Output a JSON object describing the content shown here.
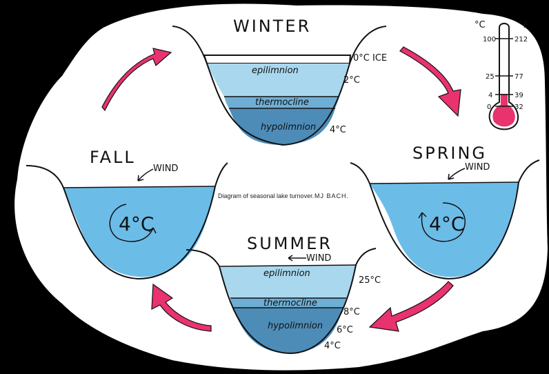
{
  "caption": "Diagram of seasonal lake turnover.",
  "credit": "MJ BACH.",
  "seasons": {
    "winter": {
      "title": "WINTER",
      "layers": [
        "epilimnion",
        "thermocline",
        "hypolimnion"
      ],
      "temps": [
        "0°C ICE",
        "2°C",
        "4°C"
      ]
    },
    "spring": {
      "title": "SPRING",
      "wind": "WIND",
      "temp": "4°C"
    },
    "summer": {
      "title": "SUMMER",
      "wind": "WIND",
      "layers": [
        "epilimnion",
        "thermocline",
        "hypolimnion"
      ],
      "temps": [
        "25°C",
        "8°C",
        "6°C",
        "4°C"
      ]
    },
    "fall": {
      "title": "FALL",
      "wind": "WIND",
      "temp": "4°C"
    }
  },
  "thermometer": {
    "unit_c": "°C",
    "unit_f": "°F",
    "celsius_ticks": [
      "100",
      "25",
      "4",
      "0"
    ],
    "fahrenheit_ticks": [
      "212",
      "77",
      "39",
      "32"
    ]
  },
  "colors": {
    "light_water": "#a9d8ee",
    "mid_water": "#7ec3e4",
    "thermocline": "#6eaed4",
    "deep_water": "#4e8cb8",
    "fall_spring_water": "#6cbce8",
    "arrow": "#e8336e",
    "thermo_red": "#e8336e"
  }
}
